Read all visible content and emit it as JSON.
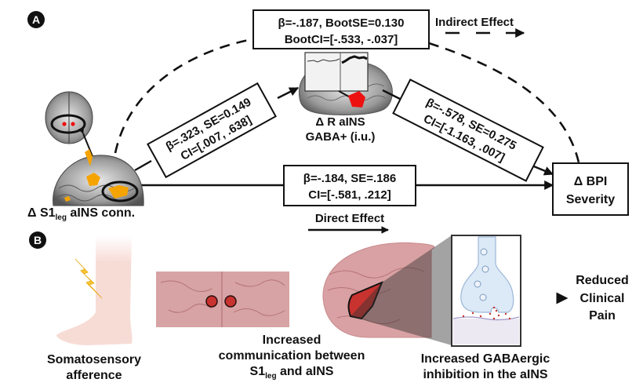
{
  "panels": {
    "a": {
      "marker": "A",
      "indirect_effect": {
        "line1": "β=-.187, BootSE=0.130",
        "line2": "BootCI=[-.533, -.037]",
        "legend_label": "Indirect Effect"
      },
      "path_a": {
        "line1": "β=.323, SE=0.149",
        "line2": "CI=[.007, .638]"
      },
      "path_b": {
        "line1": "β=-.578, SE=0.275",
        "line2": "CI=[-1.163, .007]"
      },
      "direct_effect": {
        "line1": "β=-.184, SE=.186",
        "line2": "CI=[-.581, .212]",
        "legend_label": "Direct Effect"
      },
      "mediator": {
        "line1": "Δ R aINS",
        "line2": "GABA+ (i.u.)"
      },
      "predictor": {
        "prefix": "Δ S1",
        "subscript": "leg",
        "suffix": " aINS conn."
      },
      "outcome": {
        "line1": "Δ BPI",
        "line2": "Severity"
      }
    },
    "b": {
      "marker": "B",
      "steps": [
        {
          "lines": [
            "Somatosensory",
            "afference"
          ]
        },
        {
          "line1": "Increased",
          "line2": "communication between",
          "line3_prefix": "S1",
          "line3_sub": "leg",
          "line3_suffix": " and aINS"
        },
        {
          "lines": [
            "Increased GABAergic",
            "inhibition in the aINS"
          ]
        },
        {
          "lines": [
            "Reduced",
            "Clinical",
            "Pain"
          ]
        }
      ]
    }
  },
  "colors": {
    "activation": "#f5a300",
    "roi_red": "#ee1111",
    "brain_pink": "#d9a1a3",
    "skin": "#f7dcd6",
    "synapse_blue": "#dce9f6",
    "lightning": "#f7c531"
  }
}
